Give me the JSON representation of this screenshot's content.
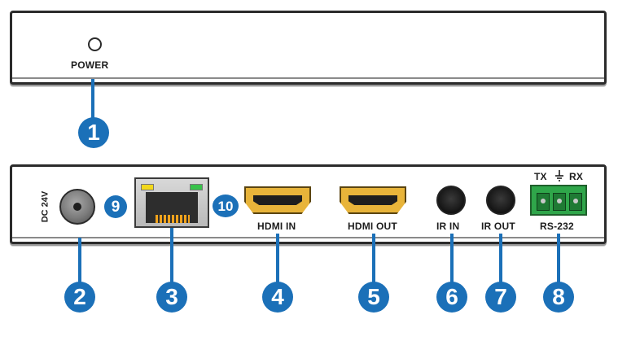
{
  "front_panel": {
    "power_label": "POWER"
  },
  "back_panel": {
    "dc_label": "DC 24V",
    "hdmi_in_label": "HDMI IN",
    "hdmi_out_label": "HDMI OUT",
    "ir_in_label": "IR IN",
    "ir_out_label": "IR OUT",
    "rs232_label": "RS-232",
    "tx_label": "TX",
    "rx_label": "RX"
  },
  "callouts": {
    "c1": "1",
    "c2": "2",
    "c3": "3",
    "c4": "4",
    "c5": "5",
    "c6": "6",
    "c7": "7",
    "c8": "8",
    "c9": "9",
    "c10": "10"
  },
  "colors": {
    "callout_blue": "#1b70b8",
    "hdmi_gold": "#e8b43a",
    "terminal_green": "#2fa64a",
    "led_yellow": "#f2d81c",
    "led_green": "#38c24a"
  }
}
